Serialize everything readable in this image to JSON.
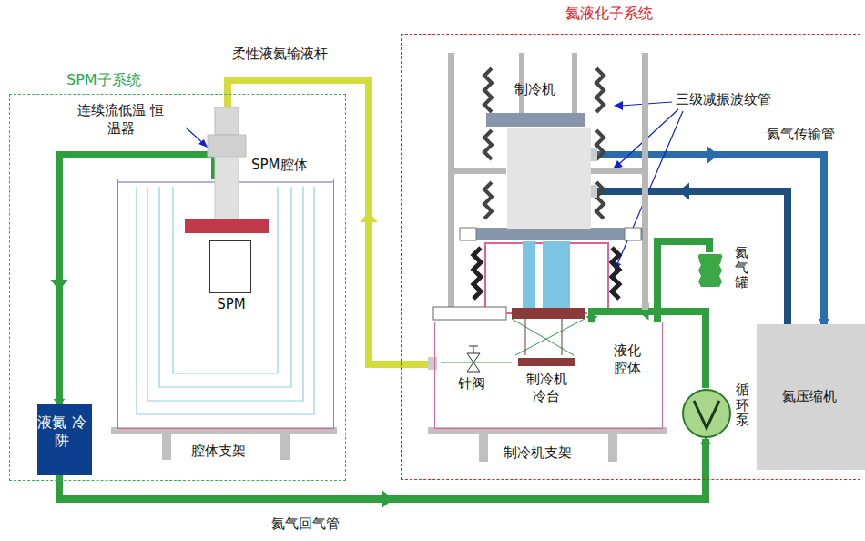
{
  "diagram": {
    "nodes": [
      {
        "text": [
          "SPM子系统"
        ]
      },
      {
        "text": [
          "氦液化子系统"
        ]
      },
      {
        "text": [
          "SPM腔体"
        ],
        "in": 0
      },
      {
        "text": [
          "SPM"
        ],
        "in": 2
      },
      {
        "text": [
          "液氮 冷阱"
        ],
        "in": 0
      },
      {
        "text": [
          "制冷机"
        ],
        "in": 1
      },
      {
        "text": [
          "液化 腔体"
        ],
        "in": 1
      },
      {
        "text": [
          "制冷机 冷台"
        ],
        "in": 6
      },
      {
        "text": [
          "氦气罐"
        ],
        "in": 1
      },
      {
        "text": [
          "循环泵"
        ],
        "in": 1
      },
      {
        "text": [
          "氦压缩机"
        ],
        "in": 1
      }
    ],
    "edges": [
      {
        "from": 6,
        "to": 2,
        "arrow": "to",
        "label": "柔性液氦输液杆"
      },
      {
        "from": 2,
        "to": 4,
        "arrow": "to"
      },
      {
        "from": 4,
        "to": 9,
        "arrow": "to",
        "label": "氦气回气管"
      },
      {
        "from": 9,
        "to": 6,
        "arrow": "to"
      },
      {
        "from": 8,
        "to": 6,
        "arrow": "none"
      },
      {
        "from": 5,
        "to": 10,
        "arrow": "to",
        "label": "氦气传输管"
      },
      {
        "from": 10,
        "to": 5,
        "arrow": "to"
      }
    ],
    "labels": [
      "连续流低温 恒温器",
      "三级减振波纹管",
      "针阀",
      "腔体支架",
      "制冷机支架"
    ]
  }
}
